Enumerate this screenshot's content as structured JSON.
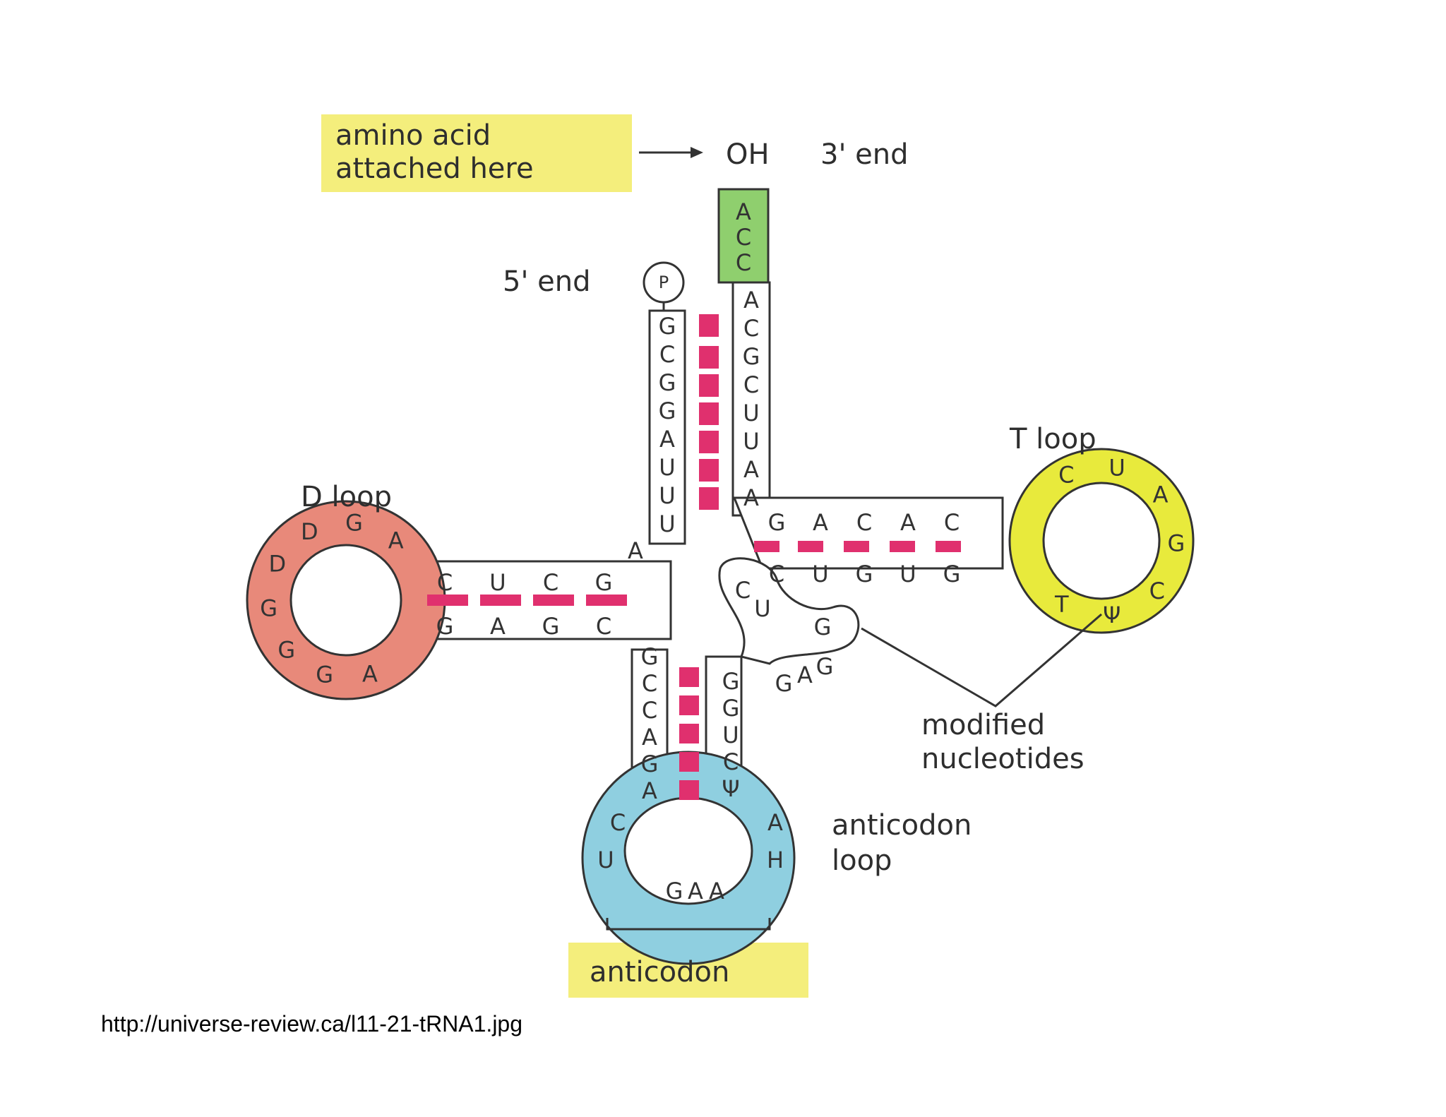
{
  "labels": {
    "amino_acid_line1": "amino acid",
    "amino_acid_line2": "attached here",
    "oh": "OH",
    "three_prime": "3' end",
    "five_prime": "5' end",
    "phosphate": "P",
    "t_loop": "T loop",
    "d_loop": "D loop",
    "modified_line1": "modified",
    "modified_line2": "nucleotides",
    "anticodon_loop_line1": "anticodon",
    "anticodon_loop_line2": "loop",
    "anticodon": "anticodon"
  },
  "sequences": {
    "acceptor_3prime_tail": [
      "A",
      "C",
      "C"
    ],
    "acceptor_5prime_strand": [
      "G",
      "C",
      "G",
      "G",
      "A",
      "U",
      "U",
      "U"
    ],
    "acceptor_3prime_strand": [
      "A",
      "C",
      "G",
      "C",
      "U",
      "U",
      "A",
      "A"
    ],
    "junction_left": "A",
    "t_stem_top": [
      "G",
      "A",
      "C",
      "A",
      "C"
    ],
    "t_stem_bottom": [
      "C",
      "U",
      "G",
      "U",
      "G"
    ],
    "t_loop": [
      "C",
      "U",
      "A",
      "G",
      "C",
      "Ψ",
      "T"
    ],
    "d_stem_top": [
      "C",
      "U",
      "C",
      "G"
    ],
    "d_stem_bottom": [
      "G",
      "A",
      "G",
      "C"
    ],
    "d_loop": [
      "A",
      "G",
      "D",
      "D",
      "G",
      "G",
      "G",
      "A"
    ],
    "variable_loop": [
      "C",
      "U",
      "G",
      "G",
      "A",
      "G"
    ],
    "anticodon_stem_left": [
      "G",
      "C",
      "C",
      "A",
      "G",
      "A"
    ],
    "anticodon_stem_right": [
      "G",
      "G",
      "U",
      "C",
      "Ψ"
    ],
    "anticodon_loop": [
      "C",
      "U",
      "G",
      "A",
      "A",
      "H",
      "A"
    ]
  },
  "colors": {
    "acceptor_end": "#8fcf6e",
    "t_loop": "#e8ea3c",
    "d_loop": "#e8897a",
    "anticodon_loop": "#8fcfe0",
    "base_pair": "#e0306e",
    "highlight": "#f4ee7c"
  },
  "source": "http://universe-review.ca/l11-21-tRNA1.jpg"
}
